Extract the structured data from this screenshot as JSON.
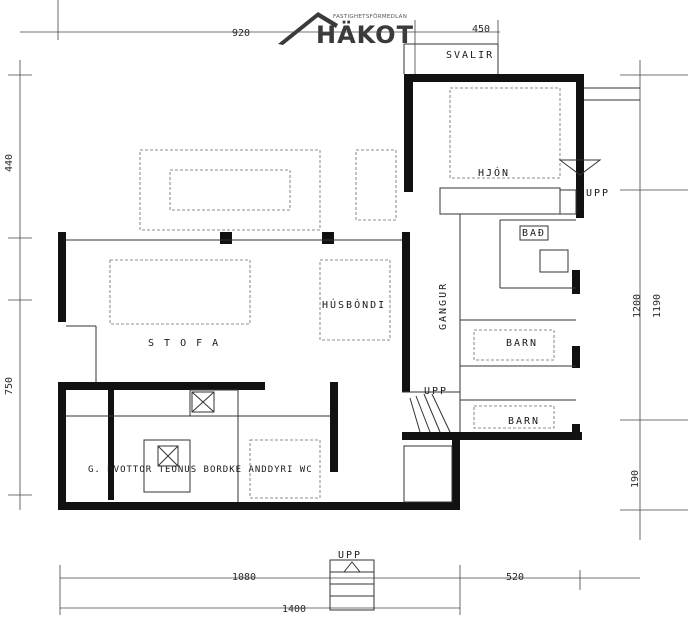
{
  "logo": {
    "name": "HÄKOT",
    "tagline": "FASTIGHETSFÖRMEDLAN"
  },
  "rooms": {
    "svalir": "SVALIR",
    "hjon": "HJÓN",
    "bad": "BAÐ",
    "gangur": "GANGUR",
    "husbondi": "HÚSBÓNDI",
    "stofa": "S T O F A",
    "barn_upper": "BARN",
    "barn_lower": "BARN",
    "gardstofa_line": "G. RVOTTOR  TEONUS  BORDKE    ANDDYRI  WC"
  },
  "stairs": {
    "upp_hjon": "UPP",
    "upp_stair": "UPP",
    "upp_entry": "UPP"
  },
  "dimensions": {
    "top_left": "920",
    "top_right": "450",
    "left_upper": "440",
    "left_lower": "750",
    "right_upper": "1200",
    "right_lower_a": "190",
    "right_mid": "1190",
    "bottom_left": "1080",
    "bottom_right": "520",
    "bottom_total": "1400"
  }
}
